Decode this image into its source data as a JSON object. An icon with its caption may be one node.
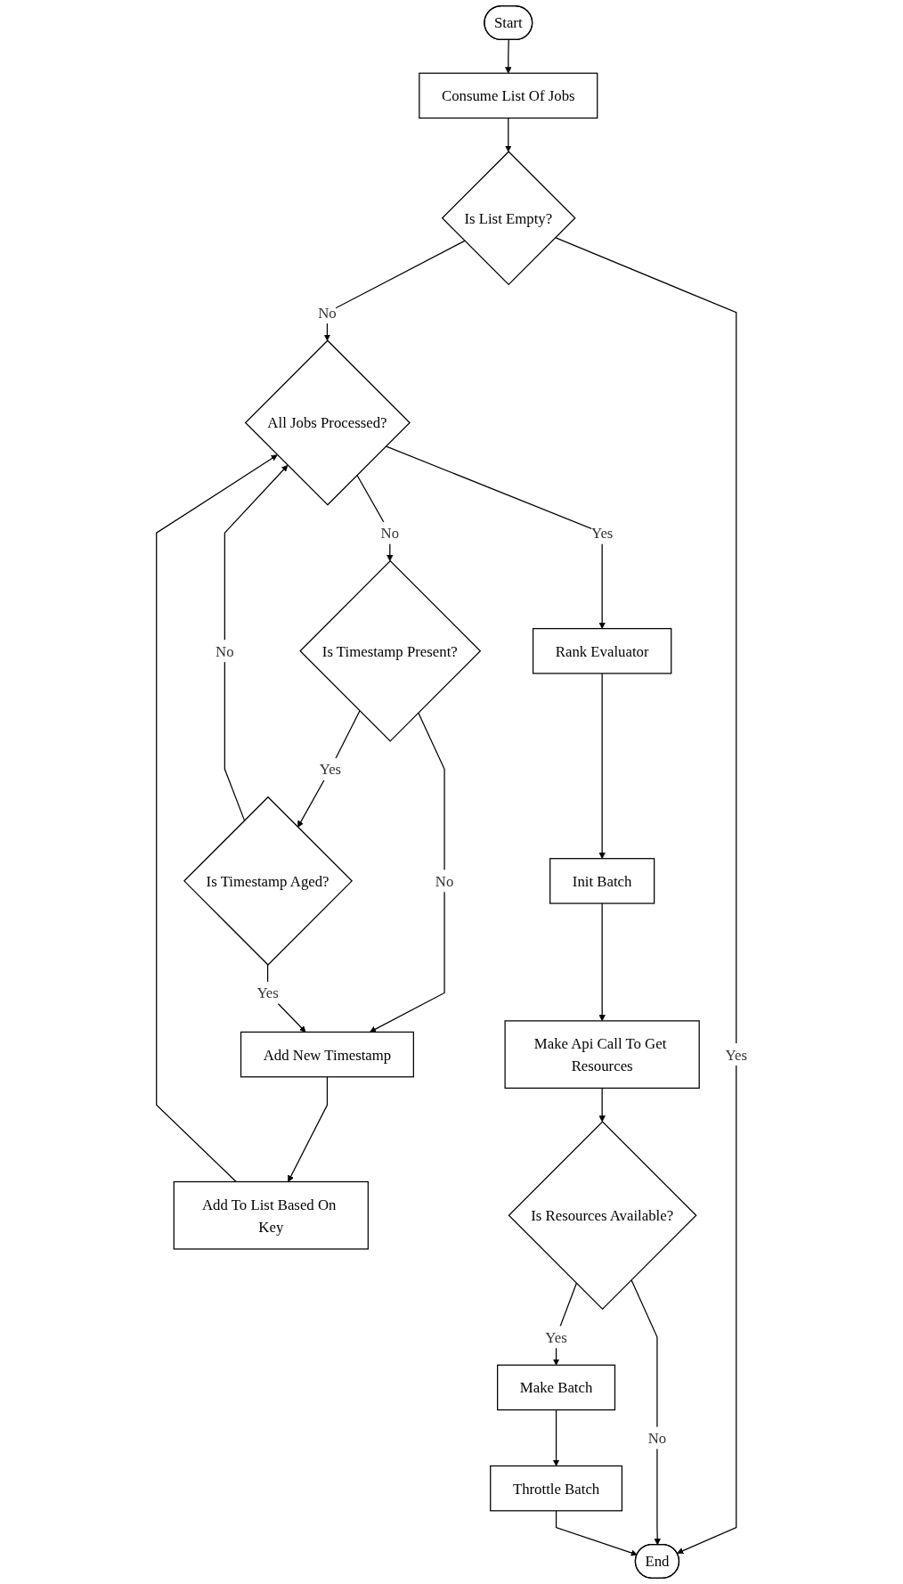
{
  "diagram": {
    "nodes": [
      {
        "text": [
          "Start"
        ]
      },
      {
        "text": [
          "Consume List Of Jobs"
        ]
      },
      {
        "text": [
          "Is List Empty?"
        ]
      },
      {
        "text": [
          "All Jobs Processed?"
        ]
      },
      {
        "text": [
          "Is Timestamp Present?"
        ]
      },
      {
        "text": [
          "Is Timestamp Aged?"
        ]
      },
      {
        "text": [
          "Rank Evaluator"
        ]
      },
      {
        "text": [
          "Add New Timestamp"
        ]
      },
      {
        "text": [
          "Init Batch"
        ]
      },
      {
        "text": [
          "Add To List Based On Key"
        ]
      },
      {
        "text": [
          "Make Api Call To Get Resources"
        ]
      },
      {
        "text": [
          "Is Resources Available?"
        ]
      },
      {
        "text": [
          "Make Batch"
        ]
      },
      {
        "text": [
          "Throttle Batch"
        ]
      },
      {
        "text": [
          "End"
        ]
      }
    ],
    "edges": [
      {
        "from": 0,
        "to": 1,
        "arrow": "to"
      },
      {
        "from": 1,
        "to": 2,
        "arrow": "to"
      },
      {
        "from": 2,
        "to": 14,
        "label": "Yes",
        "arrow": "to"
      },
      {
        "from": 2,
        "to": 3,
        "label": "No",
        "arrow": "to"
      },
      {
        "from": 3,
        "to": 4,
        "label": "No",
        "arrow": "to"
      },
      {
        "from": 4,
        "to": 5,
        "label": "Yes",
        "arrow": "to"
      },
      {
        "from": 5,
        "to": 3,
        "label": "No",
        "arrow": "to"
      },
      {
        "from": 4,
        "to": 7,
        "label": "No",
        "arrow": "to"
      },
      {
        "from": 5,
        "to": 7,
        "label": "Yes",
        "arrow": "to"
      },
      {
        "from": 9,
        "to": 3,
        "arrow": "to"
      },
      {
        "from": 3,
        "to": 6,
        "label": "Yes",
        "arrow": "to"
      },
      {
        "from": 7,
        "to": 9,
        "arrow": "to"
      },
      {
        "from": 6,
        "to": 8,
        "arrow": "to"
      },
      {
        "from": 8,
        "to": 10,
        "arrow": "to"
      },
      {
        "from": 10,
        "to": 11,
        "arrow": "to"
      },
      {
        "from": 11,
        "to": 12,
        "label": "Yes",
        "arrow": "to"
      },
      {
        "from": 11,
        "to": 14,
        "label": "No",
        "arrow": "to"
      },
      {
        "from": 12,
        "to": 13,
        "arrow": "to"
      },
      {
        "from": 13,
        "to": 14,
        "arrow": "to"
      }
    ]
  }
}
